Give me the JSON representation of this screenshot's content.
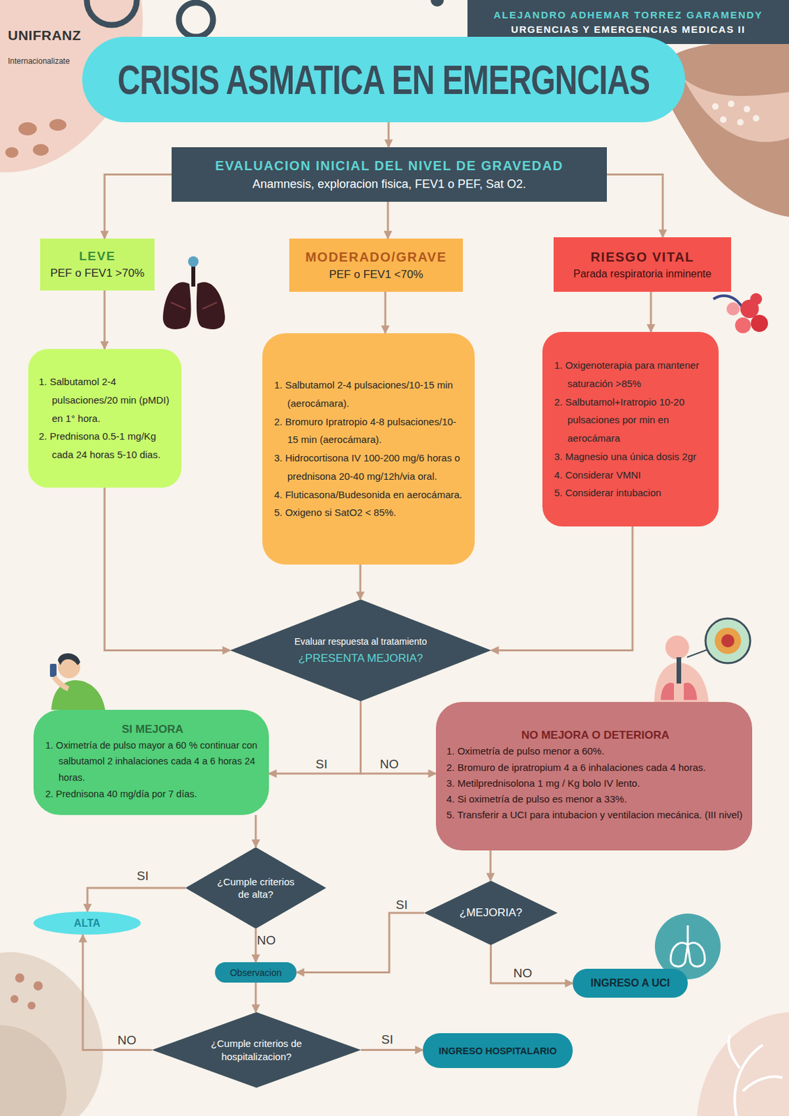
{
  "diagram": {
    "nodes": [
      {
        "text": [
          "ALEJANDRO ADHEMAR TORREZ GARAMENDY",
          "URGENCIAS Y EMERGENCIAS MEDICAS II"
        ]
      },
      {
        "text": [
          "CRISIS ASMATICA EN EMERGNCIAS"
        ]
      },
      {
        "text": [
          "EVALUACION INICIAL DEL NIVEL DE GRAVEDAD",
          "Anamnesis, exploracion fisica, FEV1 o PEF, Sat O2."
        ]
      },
      {
        "text": [
          "LEVE",
          "PEF o FEV1 >70%"
        ]
      },
      {
        "text": [
          "MODERADO/GRAVE",
          "PEF o FEV1 <70%"
        ]
      },
      {
        "text": [
          "RIESGO VITAL",
          "Parada respiratoria inminente"
        ]
      },
      {
        "text": [
          "1. Salbutamol 2-4 pulsaciones/20 min (pMDI) en 1° hora.",
          "2. Prednisona 0.5-1 mg/Kg cada 24 horas 5-10 dias."
        ]
      },
      {
        "text": [
          "1. Salbutamol 2-4 pulsaciones/10-15 min (aerocámara).",
          "2. Bromuro Ipratropio 4-8 pulsaciones/10-15 min (aerocámara).",
          "3. Hidrocortisona IV 100-200 mg/6 horas o prednisona 20-40 mg/12h/via oral.",
          "4. Fluticasona/Budesonida en aerocámara.",
          "5. Oxigeno si SatO2 < 85%."
        ]
      },
      {
        "text": [
          "1. Oxigenoterapia para mantener saturación >85%",
          "2. Salbutamol+Iratropio 10-20 pulsaciones por min en aerocámara",
          "3. Magnesio una única dosis 2gr",
          "4. Considerar VMNI",
          "5. Considerar intubacion"
        ]
      },
      {
        "text": [
          "Evaluar respuesta al tratamiento",
          "¿PRESENTA MEJORIA?"
        ]
      },
      {
        "text": [
          "SI MEJORA",
          "1. Oximetría de pulso mayor a 60 % continuar con salbutamol 2 inhalaciones cada 4 a 6 horas 24 horas.",
          "2. Prednisona 40 mg/día por 7 días."
        ]
      },
      {
        "text": [
          "NO MEJORA O DETERIORA",
          "1. Oximetría de pulso menor a 60%.",
          "2. Bromuro de ipratropium 4 a 6 inhalaciones cada 4 horas.",
          "3. Metilprednisolona 1 mg / Kg bolo IV lento.",
          "4. Si oximetría de pulso es menor a 33%.",
          "5. Transferir a UCI para intubacion y ventilacion mecánica. (III nivel)"
        ]
      },
      {
        "text": [
          "¿Cumple criterios de alta?"
        ]
      },
      {
        "text": [
          "¿MEJORIA?"
        ]
      },
      {
        "text": [
          "ALTA"
        ]
      },
      {
        "text": [
          "Observacion"
        ]
      },
      {
        "text": [
          "INGRESO A UCI"
        ]
      },
      {
        "text": [
          "¿Cumple criterios de hospitalizacion?"
        ]
      },
      {
        "text": [
          "INGRESO HOSPITALARIO"
        ]
      }
    ],
    "edges": [
      {
        "from": 1,
        "to": 2,
        "arrow": "to"
      },
      {
        "from": 2,
        "to": 3,
        "arrow": "to"
      },
      {
        "from": 2,
        "to": 4,
        "arrow": "to"
      },
      {
        "from": 2,
        "to": 5,
        "arrow": "to"
      },
      {
        "from": 3,
        "to": 6,
        "arrow": "to"
      },
      {
        "from": 4,
        "to": 7,
        "arrow": "to"
      },
      {
        "from": 5,
        "to": 8,
        "arrow": "to"
      },
      {
        "from": 6,
        "to": 9,
        "arrow": "to"
      },
      {
        "from": 7,
        "to": 9,
        "arrow": "to"
      },
      {
        "from": 8,
        "to": 9,
        "arrow": "to"
      },
      {
        "from": 9,
        "to": 10,
        "label": "SI",
        "arrow": "to"
      },
      {
        "from": 9,
        "to": 11,
        "label": "NO",
        "arrow": "to"
      },
      {
        "from": 10,
        "to": 12,
        "arrow": "to"
      },
      {
        "from": 12,
        "to": 14,
        "label": "SI",
        "arrow": "to"
      },
      {
        "from": 12,
        "to": 15,
        "label": "NO",
        "arrow": "to"
      },
      {
        "from": 11,
        "to": 13,
        "arrow": "to"
      },
      {
        "from": 13,
        "to": 15,
        "label": "SI",
        "arrow": "to"
      },
      {
        "from": 13,
        "to": 16,
        "label": "NO",
        "arrow": "to"
      },
      {
        "from": 15,
        "to": 17,
        "arrow": "to"
      },
      {
        "from": 17,
        "to": 14,
        "label": "NO",
        "arrow": "to"
      },
      {
        "from": 17,
        "to": 18,
        "label": "SI",
        "arrow": "to"
      }
    ],
    "labels": [
      "UNIFRANZ",
      "Internacionalizate"
    ]
  }
}
